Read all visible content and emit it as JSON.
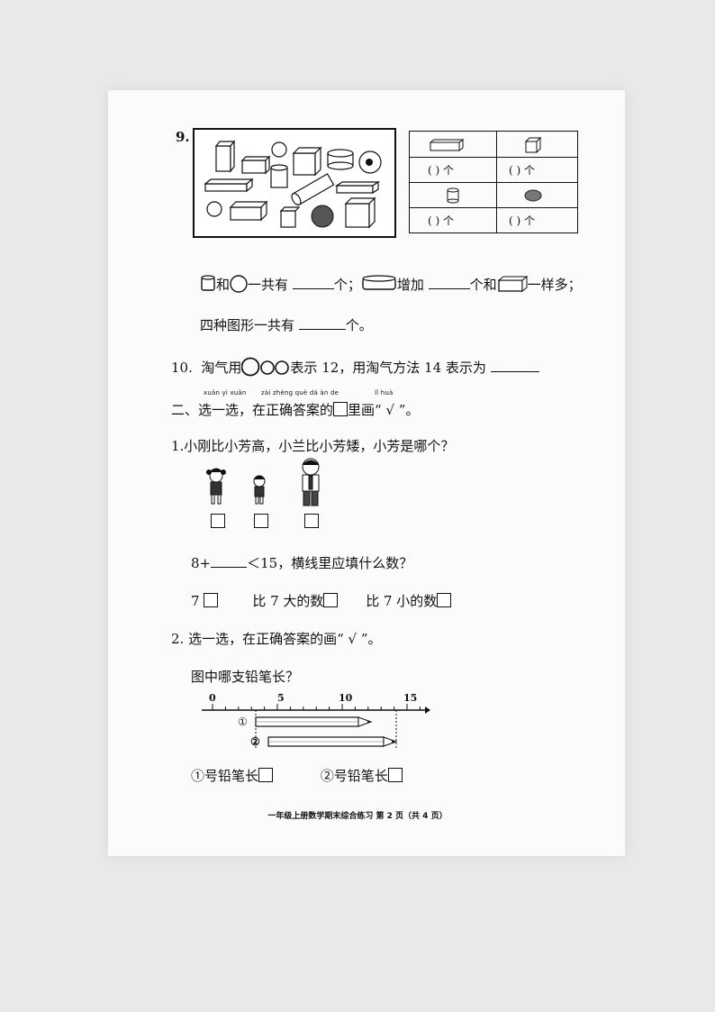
{
  "q9": {
    "number": "9.",
    "table_cell": "(      ) 个",
    "line1_and": "和",
    "line1_total": "一共有",
    "line1_unit": "个；",
    "line1_increase": "增加",
    "line1_unit2": "个和",
    "line1_same": "一样多；",
    "line2_text": "四种图形一共有",
    "line2_unit": "个。"
  },
  "q10": {
    "number": "10.",
    "prefix": "淘气用",
    "suffix": "表示 12，用淘气方法 14 表示为"
  },
  "section2": {
    "number": "二、",
    "pinyin_xuan": "xuǎn yì xuǎn",
    "pinyin_zai": "zài zhèng què dá àn de",
    "pinyin_li": "lǐ huà",
    "text_a": "选一选，在正确答案的",
    "text_b": "里画“ √ ”。"
  },
  "s2q1": {
    "question": "1.小刚比小芳高，小兰比小芳矮，小芳是哪个？",
    "expr_left": "8+",
    "expr_right": "＜15，横线里应填什么数？",
    "opt1": "7",
    "opt2": "比 7 大的数",
    "opt3": "比 7 小的数"
  },
  "s2q2": {
    "question": "2.  选一选，在正确答案的画“ √ ”。",
    "sub": "图中哪支铅笔长？",
    "ticks": [
      "0",
      "5",
      "10",
      "15"
    ],
    "pencil1": "①",
    "pencil2": "②",
    "ans1": "①号铅笔长",
    "ans2": "②号铅笔长"
  },
  "footer": "一年级上册数学期末综合练习  第 2 页（共 4 页）"
}
